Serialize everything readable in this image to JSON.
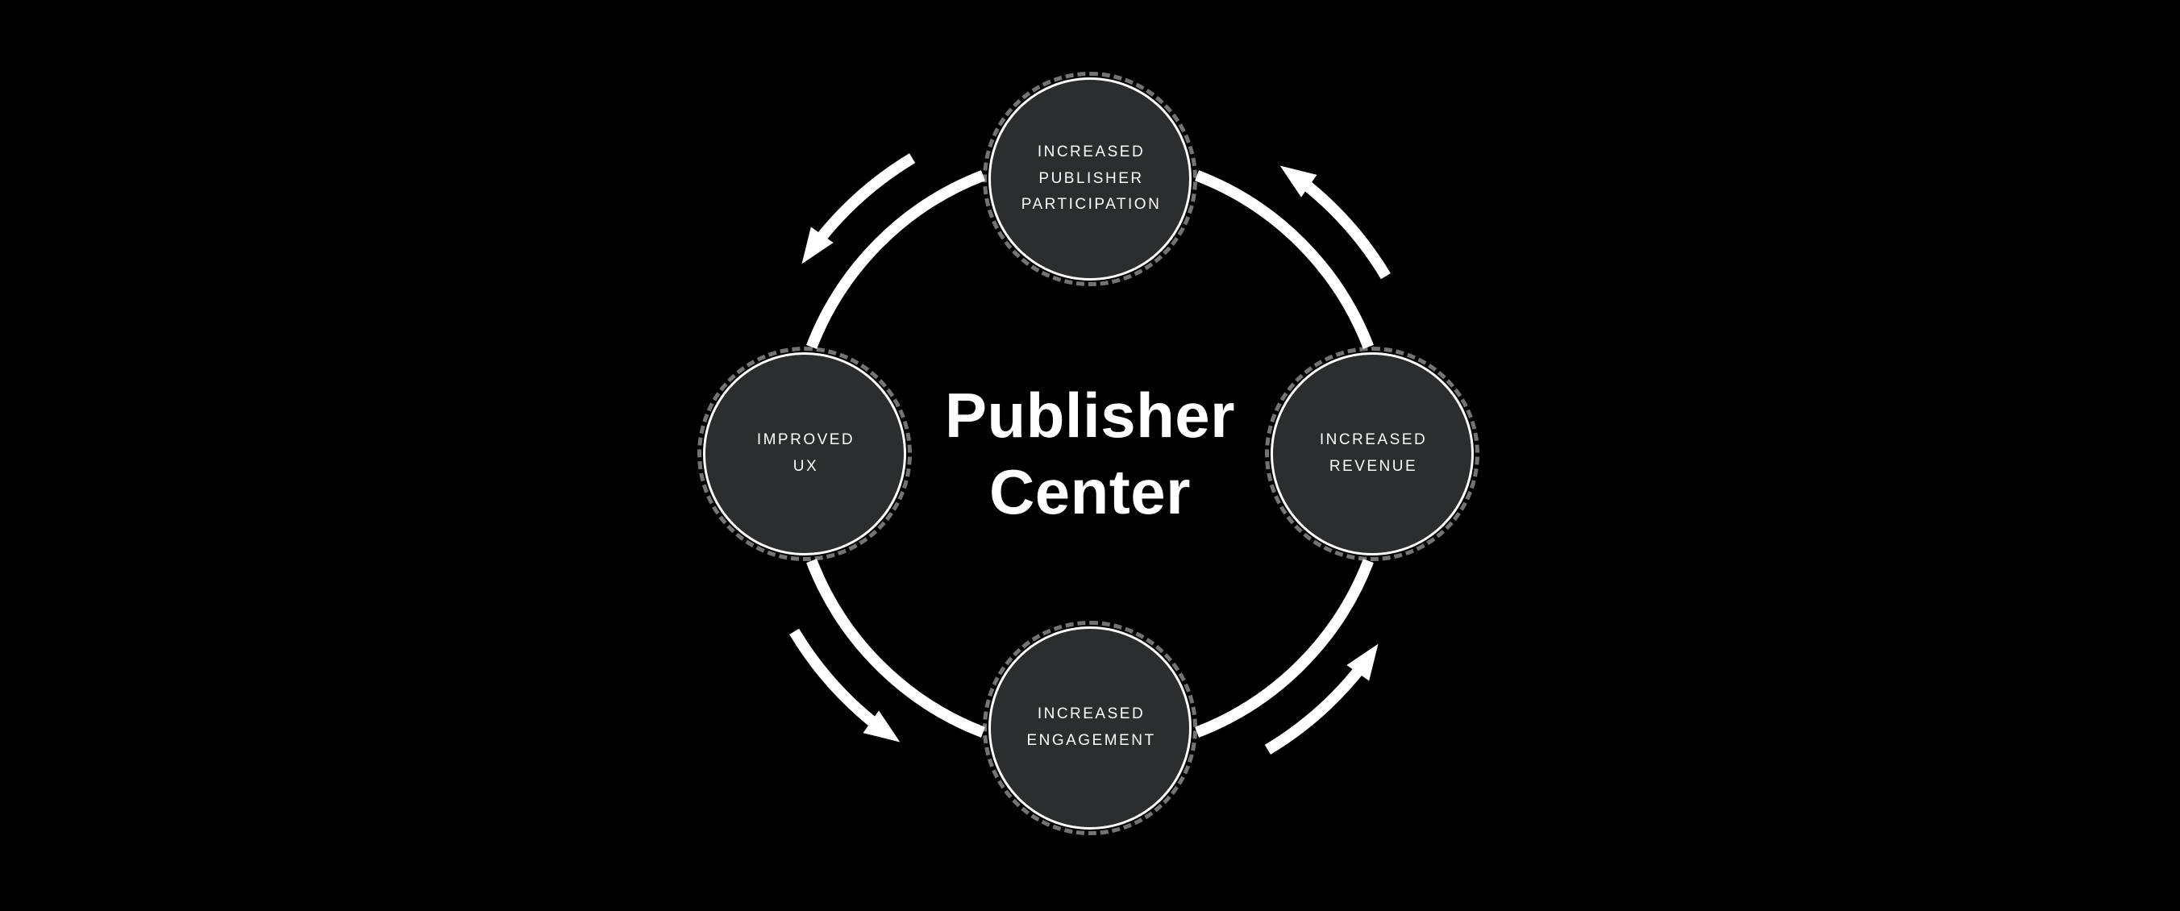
{
  "diagram": {
    "title": "Publisher\nCenter",
    "nodes": {
      "top": {
        "label": "INCREASED\nPUBLISHER\nPARTICIPATION"
      },
      "right": {
        "label": "INCREASED\nREVENUE"
      },
      "bottom": {
        "label": "INCREASED\nENGAGEMENT"
      },
      "left": {
        "label": "IMPROVED\nUX"
      }
    },
    "flow_direction": "counterclockwise",
    "colors": {
      "background": "#000000",
      "node_fill": "#2b2d2e",
      "node_border": "#ffffff",
      "text": "#ffffff",
      "arrow": "#ffffff"
    }
  }
}
